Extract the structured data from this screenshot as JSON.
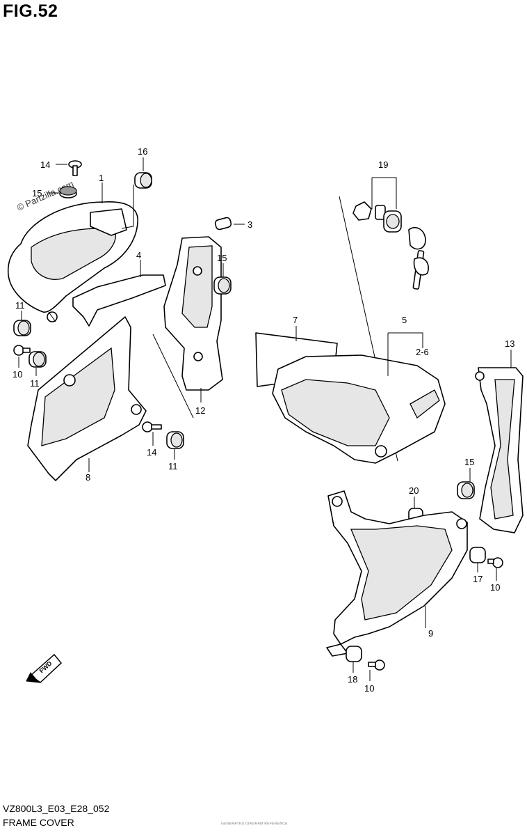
{
  "figure": {
    "title": "FIG.52",
    "watermark": "© Partzilla.com",
    "model_code": "VZ800L3_E03_E28_052",
    "section_title": "FRAME COVER",
    "fine_print": "GENERATED DIAGRAM REFERENCE"
  },
  "direction_marker": {
    "label": "FWD",
    "icon": "fwd-arrow-icon"
  },
  "callouts": [
    {
      "id": "c1",
      "label": "1"
    },
    {
      "id": "c2",
      "label": "3"
    },
    {
      "id": "c3",
      "label": "4"
    },
    {
      "id": "c4",
      "label": "14"
    },
    {
      "id": "c5",
      "label": "15"
    },
    {
      "id": "c6",
      "label": "16"
    },
    {
      "id": "c7",
      "label": "15"
    },
    {
      "id": "c8",
      "label": "12"
    },
    {
      "id": "c9",
      "label": "11"
    },
    {
      "id": "c10",
      "label": "10"
    },
    {
      "id": "c11",
      "label": "11"
    },
    {
      "id": "c12",
      "label": "8"
    },
    {
      "id": "c13",
      "label": "14"
    },
    {
      "id": "c14",
      "label": "11"
    },
    {
      "id": "c15",
      "label": "19"
    },
    {
      "id": "c16",
      "label": "7"
    },
    {
      "id": "c17",
      "label": "5"
    },
    {
      "id": "c18",
      "label": "2-6"
    },
    {
      "id": "c19",
      "label": "13"
    },
    {
      "id": "c20",
      "label": "15"
    },
    {
      "id": "c21",
      "label": "20"
    },
    {
      "id": "c22",
      "label": "17"
    },
    {
      "id": "c23",
      "label": "10"
    },
    {
      "id": "c24",
      "label": "9"
    },
    {
      "id": "c25",
      "label": "18"
    },
    {
      "id": "c26",
      "label": "10"
    }
  ]
}
